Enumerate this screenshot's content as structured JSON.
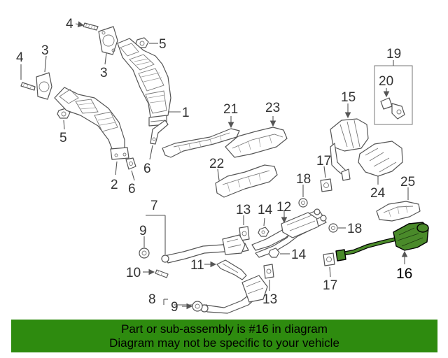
{
  "callouts": {
    "c1": "1",
    "c2": "2",
    "c3a": "3",
    "c3b": "3",
    "c4a": "4",
    "c4b": "4",
    "c5a": "5",
    "c5b": "5",
    "c6a": "6",
    "c6b": "6",
    "c7": "7",
    "c8": "8",
    "c9a": "9",
    "c9b": "9",
    "c10": "10",
    "c11": "11",
    "c12": "12",
    "c13a": "13",
    "c13b": "13",
    "c14a": "14",
    "c14b": "14",
    "c15": "15",
    "c16": "16",
    "c17a": "17",
    "c17b": "17",
    "c18a": "18",
    "c18b": "18",
    "c19": "19",
    "c20": "20",
    "c21": "21",
    "c22": "22",
    "c23": "23",
    "c24": "24",
    "c25": "25"
  },
  "highlighted_part": "16",
  "colors": {
    "highlight": "#4a8a2a",
    "banner": "#2e8b0f",
    "line": "#555555"
  },
  "banner": {
    "line1": "Part or sub-assembly is #16 in diagram",
    "line2": "Diagram may not be specific to your vehicle"
  }
}
